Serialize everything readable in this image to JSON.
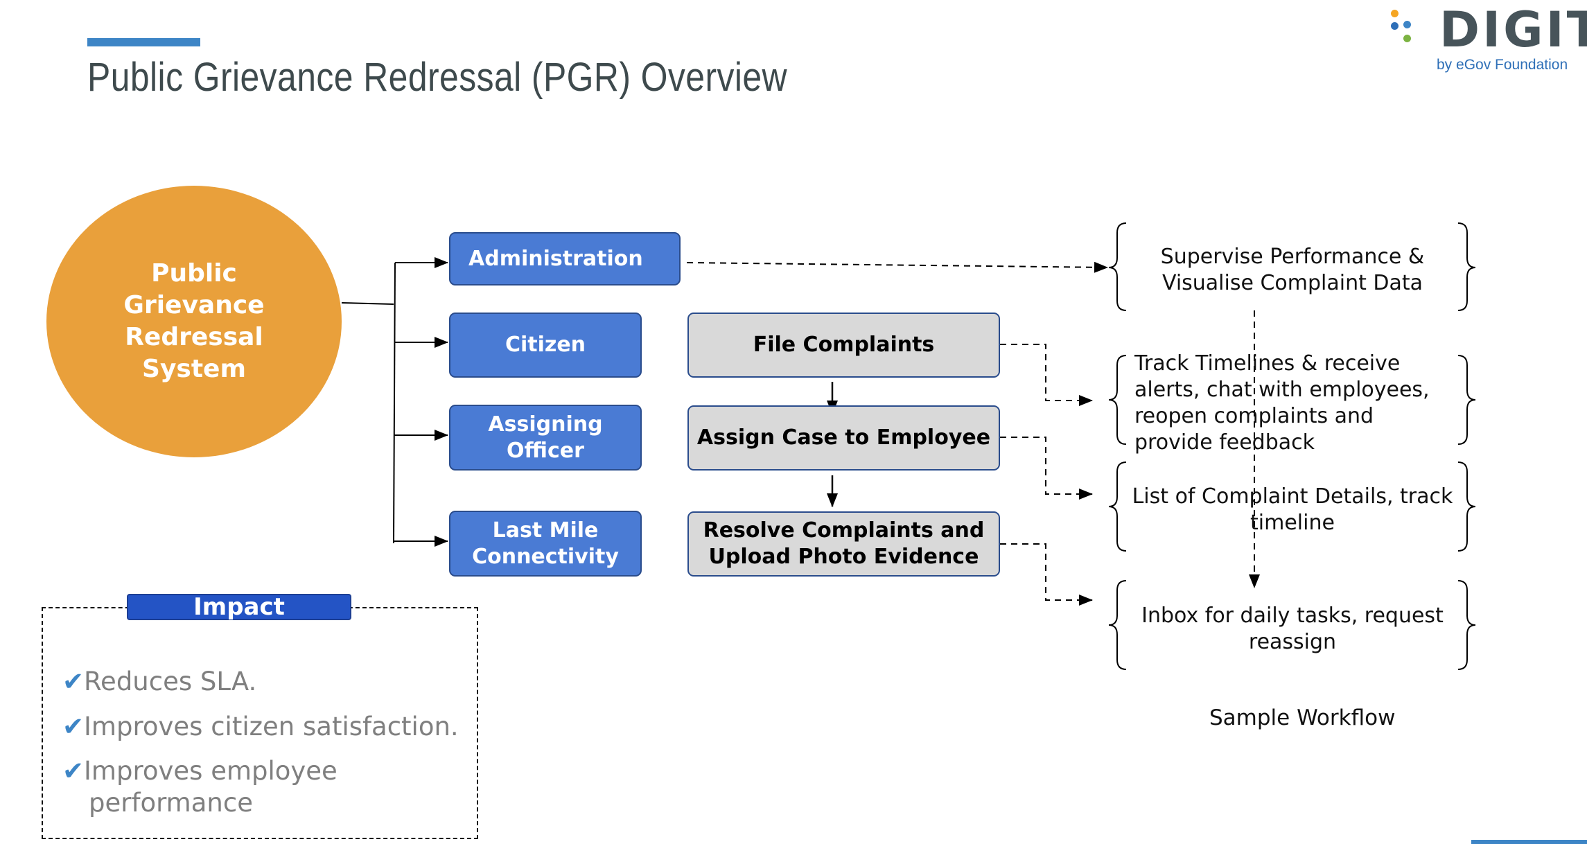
{
  "header": {
    "title": "Public Grievance Redressal (PGR) Overview"
  },
  "logo": {
    "text": "DIGIT",
    "subtitle": "by eGov Foundation",
    "dot_colors": [
      "#f5a623",
      "#3d85c6",
      "#2e6fb7",
      "#7cb342"
    ]
  },
  "diagram": {
    "system": {
      "label_lines": [
        "Public",
        "Grievance",
        "Redressal",
        "System"
      ],
      "color": "#e9a03b"
    },
    "roles": [
      {
        "id": "administration",
        "label_lines": [
          "Administration"
        ]
      },
      {
        "id": "citizen",
        "label_lines": [
          "Citizen"
        ]
      },
      {
        "id": "assigning-officer",
        "label_lines": [
          "Assigning",
          "Officer"
        ]
      },
      {
        "id": "last-mile",
        "label_lines": [
          "Last Mile",
          "Connectivity"
        ]
      }
    ],
    "tasks": [
      {
        "id": "file-complaints",
        "label_lines": [
          "File Complaints"
        ]
      },
      {
        "id": "assign-case",
        "label_lines": [
          "Assign Case to Employee"
        ]
      },
      {
        "id": "resolve-complaints",
        "label_lines": [
          "Resolve Complaints and",
          "Upload Photo Evidence"
        ]
      }
    ],
    "outcomes": [
      {
        "id": "supervise",
        "label_lines": [
          "Supervise Performance &",
          "Visualise Complaint Data"
        ]
      },
      {
        "id": "track",
        "label_lines": [
          "Track Timelines & receive",
          "alerts, chat with employees,",
          "reopen complaints and",
          "provide feedback"
        ]
      },
      {
        "id": "list",
        "label_lines": [
          "List of Complaint Details, track",
          "timeline"
        ]
      },
      {
        "id": "inbox",
        "label_lines": [
          "Inbox for daily tasks, request",
          "reassign"
        ]
      }
    ],
    "caption": "Sample Workflow",
    "colors": {
      "role": "#4a7bd4",
      "task": "#d9d9d9",
      "impact": "#2454c5",
      "accent": "#3d85c6"
    }
  },
  "impact": {
    "title": "Impact",
    "check_icon": "✔",
    "items": [
      {
        "lines": [
          "Reduces SLA."
        ]
      },
      {
        "lines": [
          "Improves citizen satisfaction."
        ]
      },
      {
        "lines": [
          "Improves employee",
          "performance"
        ]
      }
    ]
  }
}
